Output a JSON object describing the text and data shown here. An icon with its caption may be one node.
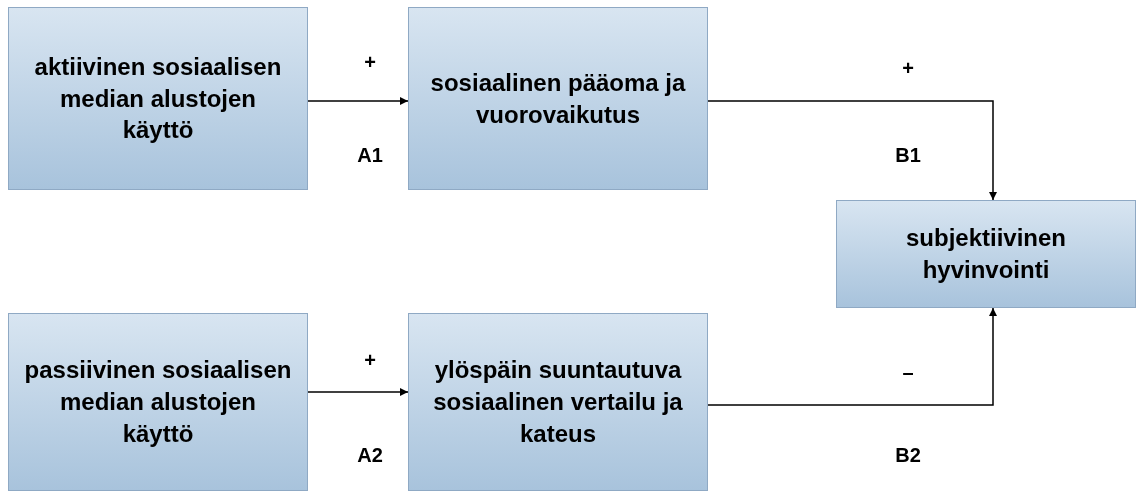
{
  "diagram": {
    "nodes": [
      {
        "text": [
          "aktiivinen sosiaalisen median alustojen käyttö"
        ]
      },
      {
        "text": [
          "sosiaalinen pääoma ja vuorovaikutus"
        ]
      },
      {
        "text": [
          "subjektiivinen hyvinvointi"
        ]
      },
      {
        "text": [
          "passiivinen sosiaalisen median alustojen käyttö"
        ]
      },
      {
        "text": [
          "ylöspäin suuntautuva sosiaalinen vertailu ja kateus"
        ]
      }
    ],
    "edges": [
      {
        "from": 0,
        "to": 1,
        "arrow": "to",
        "label": "+"
      },
      {
        "from": 1,
        "to": 2,
        "arrow": "to",
        "label": "+"
      },
      {
        "from": 3,
        "to": 4,
        "arrow": "to",
        "label": "+"
      },
      {
        "from": 4,
        "to": 2,
        "arrow": "to",
        "label": "–"
      }
    ],
    "labels": [
      "A1",
      "B1",
      "A2",
      "B2"
    ]
  }
}
